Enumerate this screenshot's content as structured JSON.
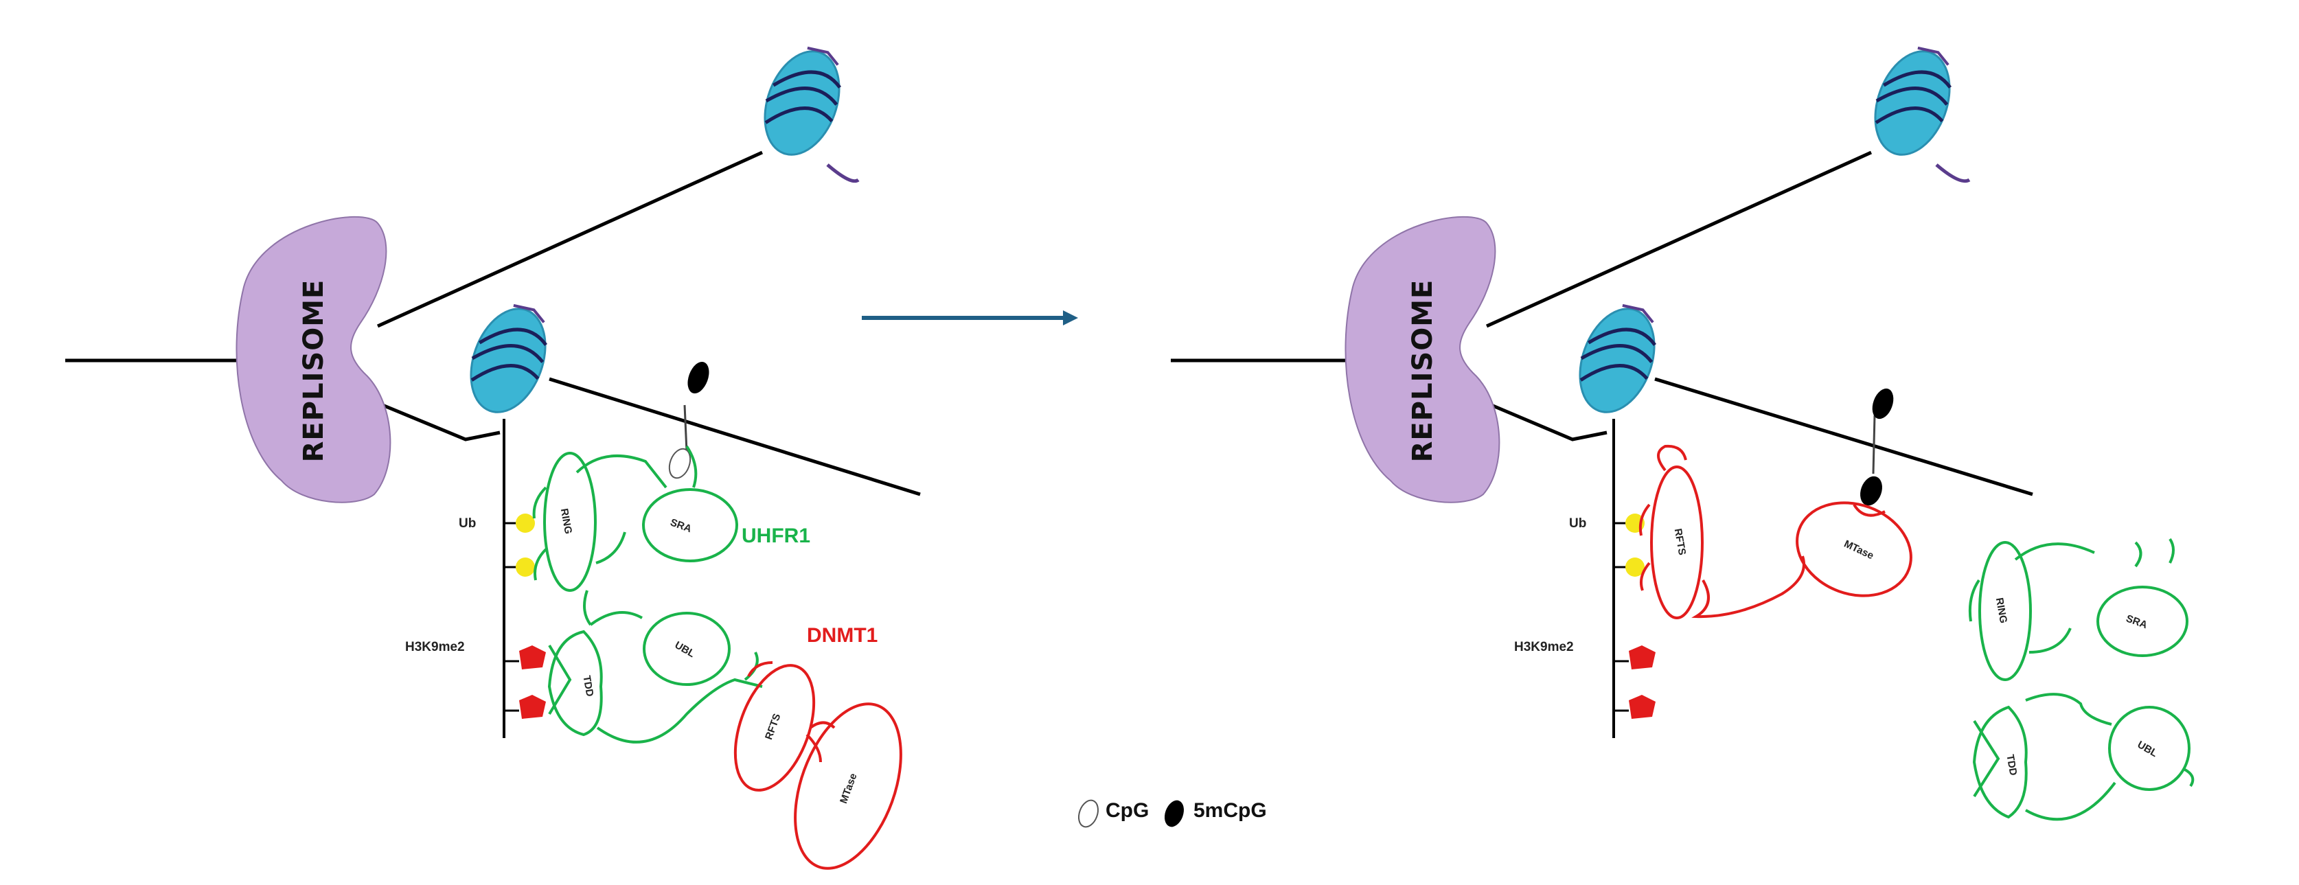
{
  "colors": {
    "uhrf1": "#19b34a",
    "dnmt1": "#e21c1c",
    "replisome": "#c6a9d9",
    "nucleosome": "#3bb5d4",
    "ubiquitin": "#f5e61c",
    "h3k9me2": "#e21c1c",
    "arrow": "#1f5f86",
    "dna": "#000000"
  },
  "left_panel": {
    "replisome_label": "REPLISOME",
    "ub_label": "Ub",
    "histone_mark_label": "H3K9me2",
    "uhrf1_label": "UHFR1",
    "dnmt1_label": "DNMT1",
    "domains": {
      "ring": "RING",
      "sra": "SRA",
      "ubl": "UBL",
      "tdd": "TDD",
      "rfts": "RFTS",
      "mtase": "MTase"
    }
  },
  "right_panel": {
    "replisome_label": "REPLISOME",
    "ub_label": "Ub",
    "histone_mark_label": "H3K9me2",
    "domains": {
      "rfts": "RFTS",
      "mtase": "MTase",
      "ring": "RING",
      "sra": "SRA",
      "ubl": "UBL",
      "tdd": "TDD"
    }
  },
  "legend": {
    "cpg_label": "CpG",
    "mcpg_label": "5mCpG"
  }
}
